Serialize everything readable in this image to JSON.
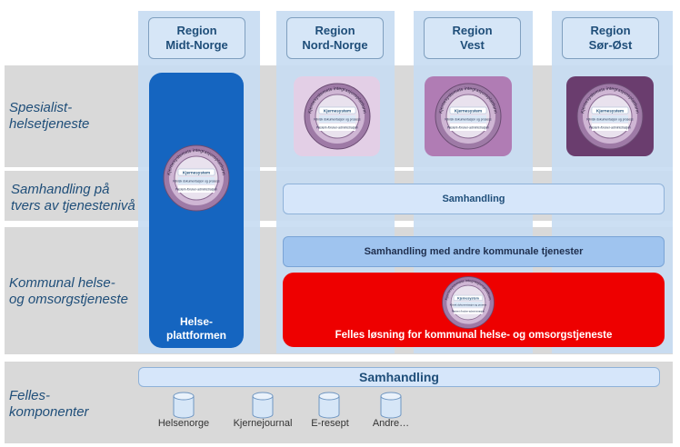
{
  "rows": {
    "spesialist": "Spesialist-\nhelsetjeneste",
    "samhandling_tvers": "Samhandling på\ntvers av tjenestenivå",
    "kommunal": "Kommunal helse-\nog omsorgstjeneste",
    "felles": "Felles-\nkomponenter"
  },
  "regions": [
    {
      "line1": "Region",
      "line2": "Midt-Norge"
    },
    {
      "line1": "Region",
      "line2": "Nord-Norge"
    },
    {
      "line1": "Region",
      "line2": "Vest"
    },
    {
      "line1": "Region",
      "line2": "Sør-Øst"
    }
  ],
  "bars": {
    "samhandling_top": "Samhandling",
    "samhandling_kommunal": "Samhandling med andre kommunale tjenester",
    "felles_losning": "Felles løsning for kommunal helse- og omsorgstjeneste",
    "samhandling_bottom": "Samhandling"
  },
  "helseplattformen": "Helse-\nplattformen",
  "ring": {
    "outer": "Kjernesystemets integrasjonsplattform",
    "core": "Kjernesystem",
    "line1": "Klinisk dokumentasjon og prosess",
    "line2": "Pasient-/bruker-administrasjon"
  },
  "components": [
    "Helsenorge",
    "Kjernejournal",
    "E-resept",
    "Andre…"
  ],
  "colors": {
    "band": "#d9d9d9",
    "column": "#c6dcf2",
    "helseplattformen": "#1565c0",
    "felles_red": "#ee0000",
    "tile_nord": "#e3cfe6",
    "tile_vest": "#b07cb4",
    "tile_sorost": "#6a3d6e"
  }
}
